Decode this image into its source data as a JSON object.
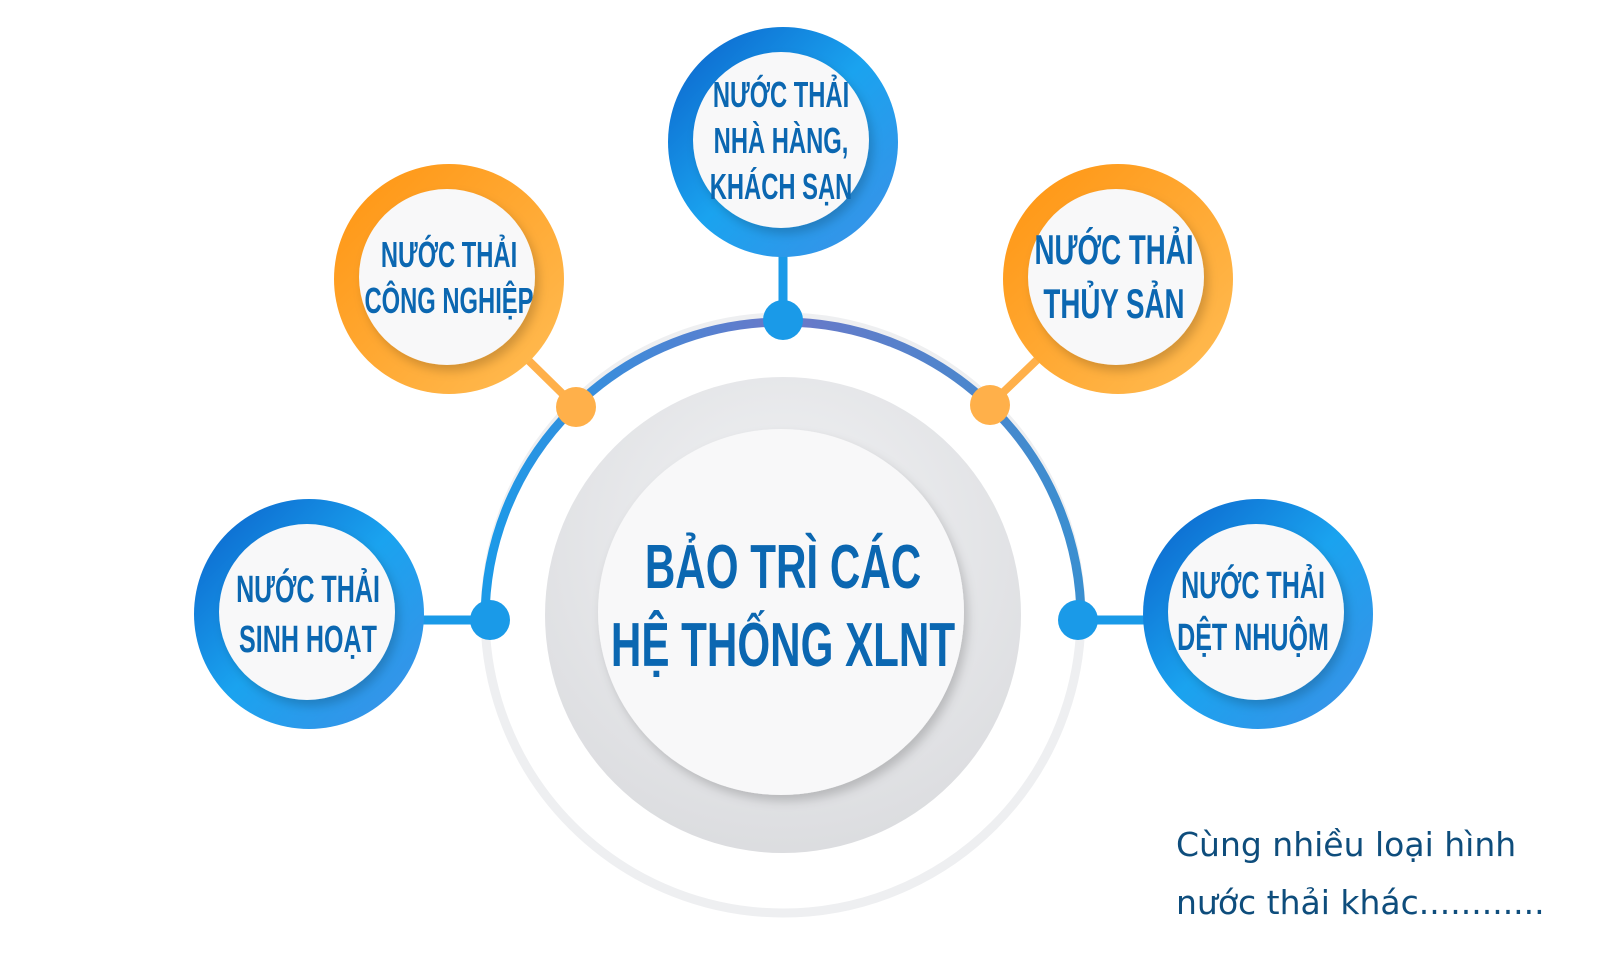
{
  "center": {
    "line1": "BẢO TRÌ CÁC",
    "line2": "HỆ THỐNG XLNT"
  },
  "nodes": [
    {
      "id": "nha-hang",
      "lines": [
        "NƯỚC THẢI",
        "NHÀ HÀNG,",
        "KHÁCH SẠN"
      ],
      "color": "blue"
    },
    {
      "id": "cong-nghiep",
      "lines": [
        "NƯỚC THẢI",
        "CÔNG NGHIỆP"
      ],
      "color": "orange"
    },
    {
      "id": "thuy-san",
      "lines": [
        "NƯỚC THẢI",
        "THỦY SẢN"
      ],
      "color": "orange"
    },
    {
      "id": "sinh-hoat",
      "lines": [
        "NƯỚC THẢI",
        "SINH HOẠT"
      ],
      "color": "blue"
    },
    {
      "id": "det-nhuom",
      "lines": [
        "NƯỚC THẢI",
        "DỆT NHUỘM"
      ],
      "color": "blue"
    }
  ],
  "note": {
    "line1": "Cùng nhiều loại hình",
    "line2": "nước thải khác............"
  },
  "colors": {
    "blue": "#1a8fe3",
    "orange": "#ffa630",
    "text": "#0b67b1"
  }
}
